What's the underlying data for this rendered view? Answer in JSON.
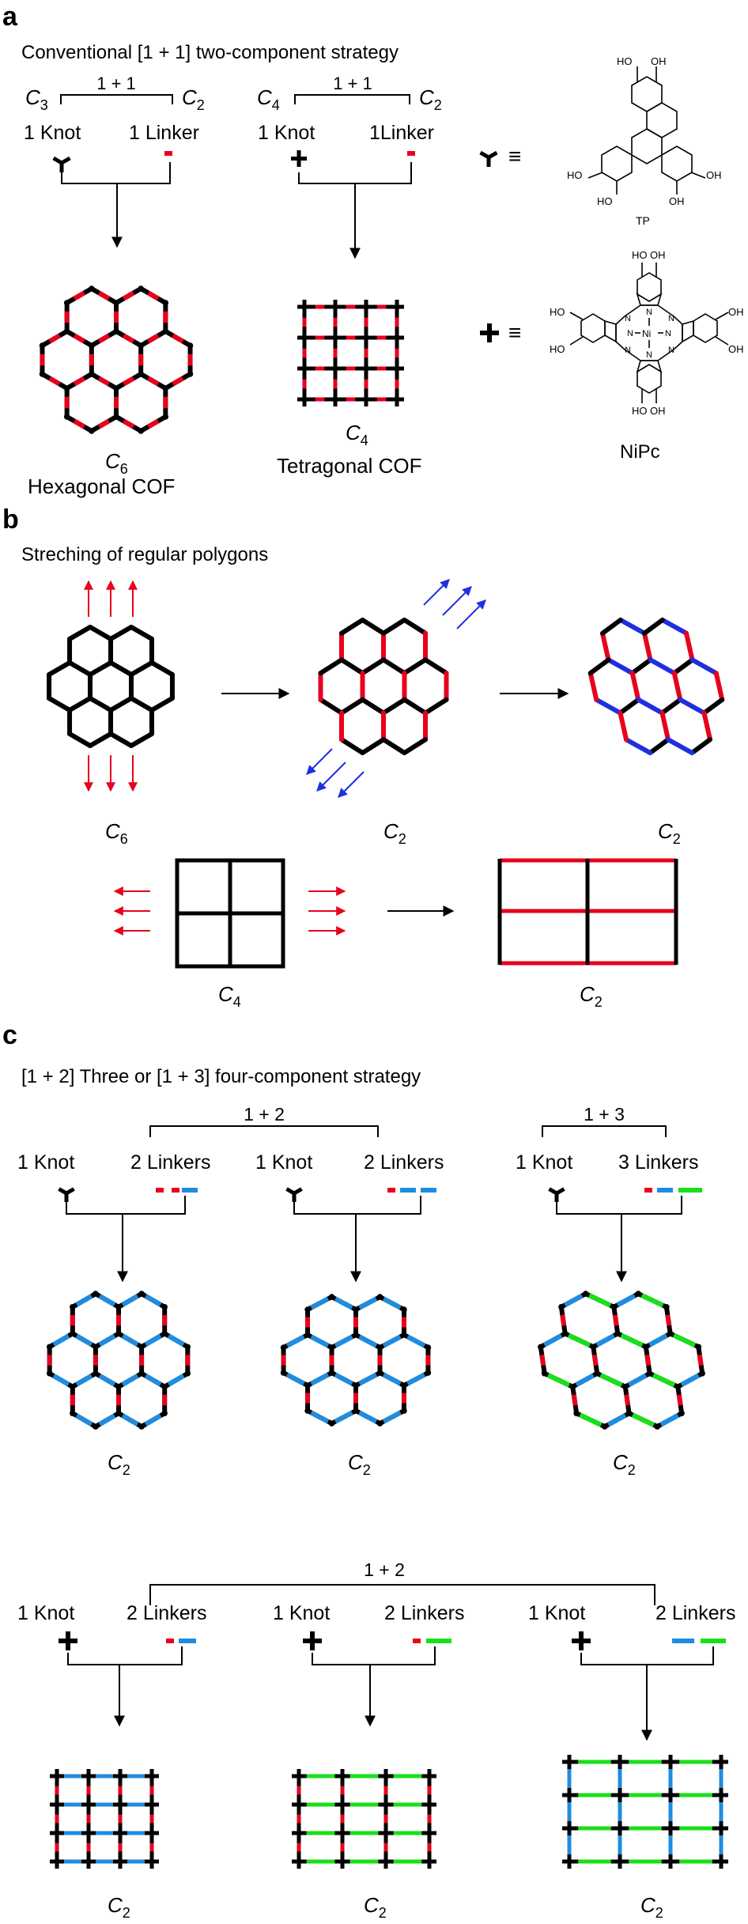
{
  "colors": {
    "knot": "#000000",
    "red": "#e8001c",
    "blue": "#1f8ce0",
    "green": "#19e019",
    "stretch_blue": "#1f2fe0",
    "black": "#000000"
  },
  "panel_a": {
    "letter": "a",
    "title": "Conventional [1 + 1] two-component strategy",
    "scheme1": {
      "sym_left": "C",
      "sub_left": "3",
      "sum": "1 + 1",
      "sym_right": "C",
      "sub_right": "2",
      "knot": "1 Knot",
      "linker": "1 Linker"
    },
    "scheme2": {
      "sym_left": "C",
      "sub_left": "4",
      "sum": "1 + 1",
      "sym_right": "C",
      "sub_right": "2",
      "knot": "1 Knot",
      "linker": "1Linker"
    },
    "hex": {
      "sym": "C",
      "sub": "6",
      "name": "Hexagonal COF"
    },
    "tetra": {
      "sym": "C",
      "sub": "4",
      "name": "Tetragonal COF"
    },
    "equiv": "≡",
    "tp": {
      "ho": "HO",
      "oh": "OH",
      "label": "TP"
    },
    "nipc": {
      "ho": "HO",
      "oh": "OH",
      "n": "N",
      "ni": "Ni",
      "label": "NiPc"
    }
  },
  "panel_b": {
    "letter": "b",
    "title": "Streching of regular polygons",
    "labels": [
      {
        "sym": "C",
        "sub": "6"
      },
      {
        "sym": "C",
        "sub": "2"
      },
      {
        "sym": "C",
        "sub": "2"
      },
      {
        "sym": "C",
        "sub": "4"
      },
      {
        "sym": "C",
        "sub": "2"
      }
    ]
  },
  "panel_c": {
    "letter": "c",
    "title": "[1 + 2] Three or [1 + 3] four-component strategy",
    "sum12": "1 + 2",
    "sum13": "1 + 3",
    "knot": "1 Knot",
    "linkers2": "2 Linkers",
    "linkers3": "3 Linkers",
    "labels": [
      {
        "sym": "C",
        "sub": "2"
      },
      {
        "sym": "C",
        "sub": "2"
      },
      {
        "sym": "C",
        "sub": "2"
      },
      {
        "sym": "C",
        "sub": "2"
      },
      {
        "sym": "C",
        "sub": "2"
      },
      {
        "sym": "C",
        "sub": "2"
      }
    ]
  }
}
